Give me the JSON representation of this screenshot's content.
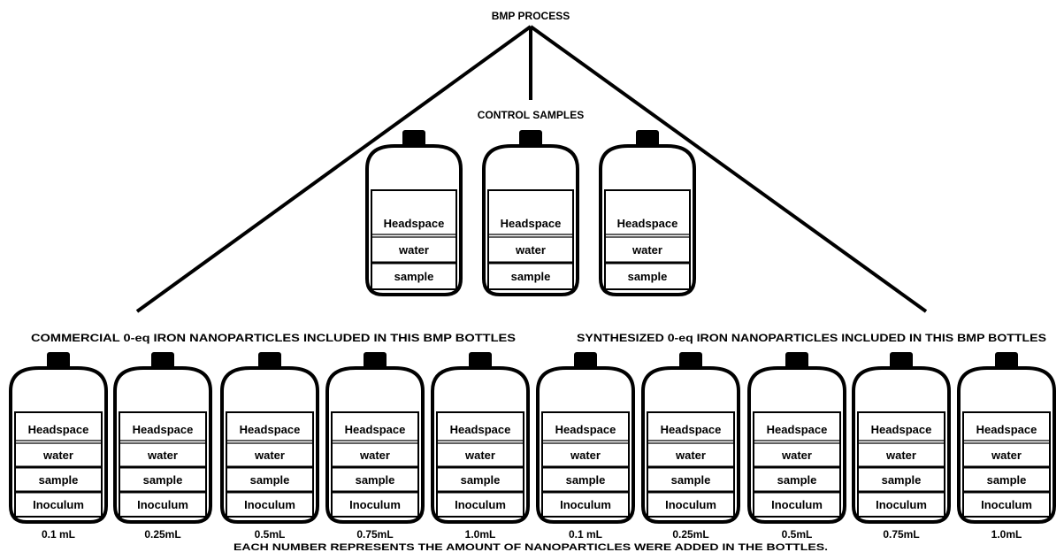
{
  "title": "BMP PROCESS",
  "control": {
    "heading": "CONTROL SAMPLES",
    "bottles": [
      {
        "layers": [
          "Headspace",
          "water",
          "sample"
        ]
      },
      {
        "layers": [
          "Headspace",
          "water",
          "sample"
        ]
      },
      {
        "layers": [
          "Headspace",
          "water",
          "sample"
        ]
      }
    ]
  },
  "commercial": {
    "heading": "COMMERCIAL 0-eq IRON NANOPARTICLES INCLUDED IN THIS BMP BOTTLES",
    "bottles": [
      {
        "layers": [
          "Headspace",
          "water",
          "sample",
          "Inoculum"
        ],
        "amount": "0.1 mL"
      },
      {
        "layers": [
          "Headspace",
          "water",
          "sample",
          "Inoculum"
        ],
        "amount": "0.25mL"
      },
      {
        "layers": [
          "Headspace",
          "water",
          "sample",
          "Inoculum"
        ],
        "amount": "0.5mL"
      },
      {
        "layers": [
          "Headspace",
          "water",
          "sample",
          "Inoculum"
        ],
        "amount": "0.75mL"
      },
      {
        "layers": [
          "Headspace",
          "water",
          "sample",
          "Inoculum"
        ],
        "amount": "1.0mL"
      }
    ]
  },
  "synthesized": {
    "heading": "SYNTHESIZED 0-eq IRON NANOPARTICLES INCLUDED IN THIS BMP BOTTLES",
    "bottles": [
      {
        "layers": [
          "Headspace",
          "water",
          "sample",
          "Inoculum"
        ],
        "amount": "0.1 mL"
      },
      {
        "layers": [
          "Headspace",
          "water",
          "sample",
          "Inoculum"
        ],
        "amount": "0.25mL"
      },
      {
        "layers": [
          "Headspace",
          "water",
          "sample",
          "Inoculum"
        ],
        "amount": "0.5mL"
      },
      {
        "layers": [
          "Headspace",
          "water",
          "sample",
          "Inoculum"
        ],
        "amount": "0.75mL"
      },
      {
        "layers": [
          "Headspace",
          "water",
          "sample",
          "Inoculum"
        ],
        "amount": "1.0mL"
      }
    ]
  },
  "footnote": "EACH NUMBER REPRESENTS THE AMOUNT OF NANOPARTICLES WERE ADDED IN THE BOTTLES."
}
